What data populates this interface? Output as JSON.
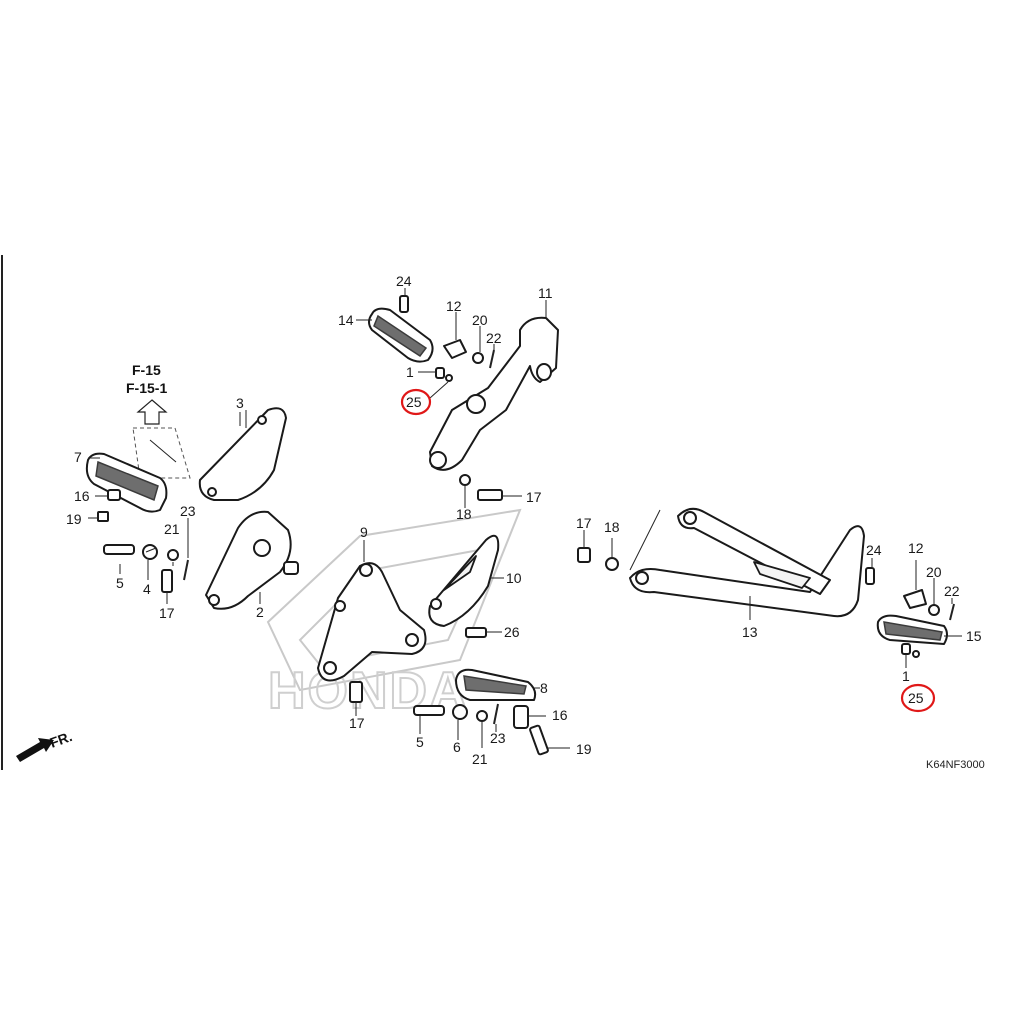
{
  "references": [
    "F-15",
    "F-15-1"
  ],
  "front_marker": "FR.",
  "diagram_code": "K64NF3000",
  "watermark": "HONDA",
  "highlight_color": "#e01818",
  "labels": {
    "p1a": "1",
    "p1b": "1",
    "p2": "2",
    "p3": "3",
    "p4": "4",
    "p5a": "5",
    "p5b": "5",
    "p6": "6",
    "p7": "7",
    "p8": "8",
    "p9": "9",
    "p10": "10",
    "p11": "11",
    "p12a": "12",
    "p12b": "12",
    "p13": "13",
    "p14": "14",
    "p15": "15",
    "p16a": "16",
    "p16b": "16",
    "p17a": "17",
    "p17b": "17",
    "p17c": "17",
    "p17d": "17",
    "p18a": "18",
    "p18b": "18",
    "p19a": "19",
    "p19b": "19",
    "p20a": "20",
    "p20b": "20",
    "p21a": "21",
    "p21b": "21",
    "p22a": "22",
    "p22b": "22",
    "p23a": "23",
    "p23b": "23",
    "p24a": "24",
    "p24b": "24",
    "p25a": "25",
    "p25b": "25",
    "p26": "26"
  }
}
